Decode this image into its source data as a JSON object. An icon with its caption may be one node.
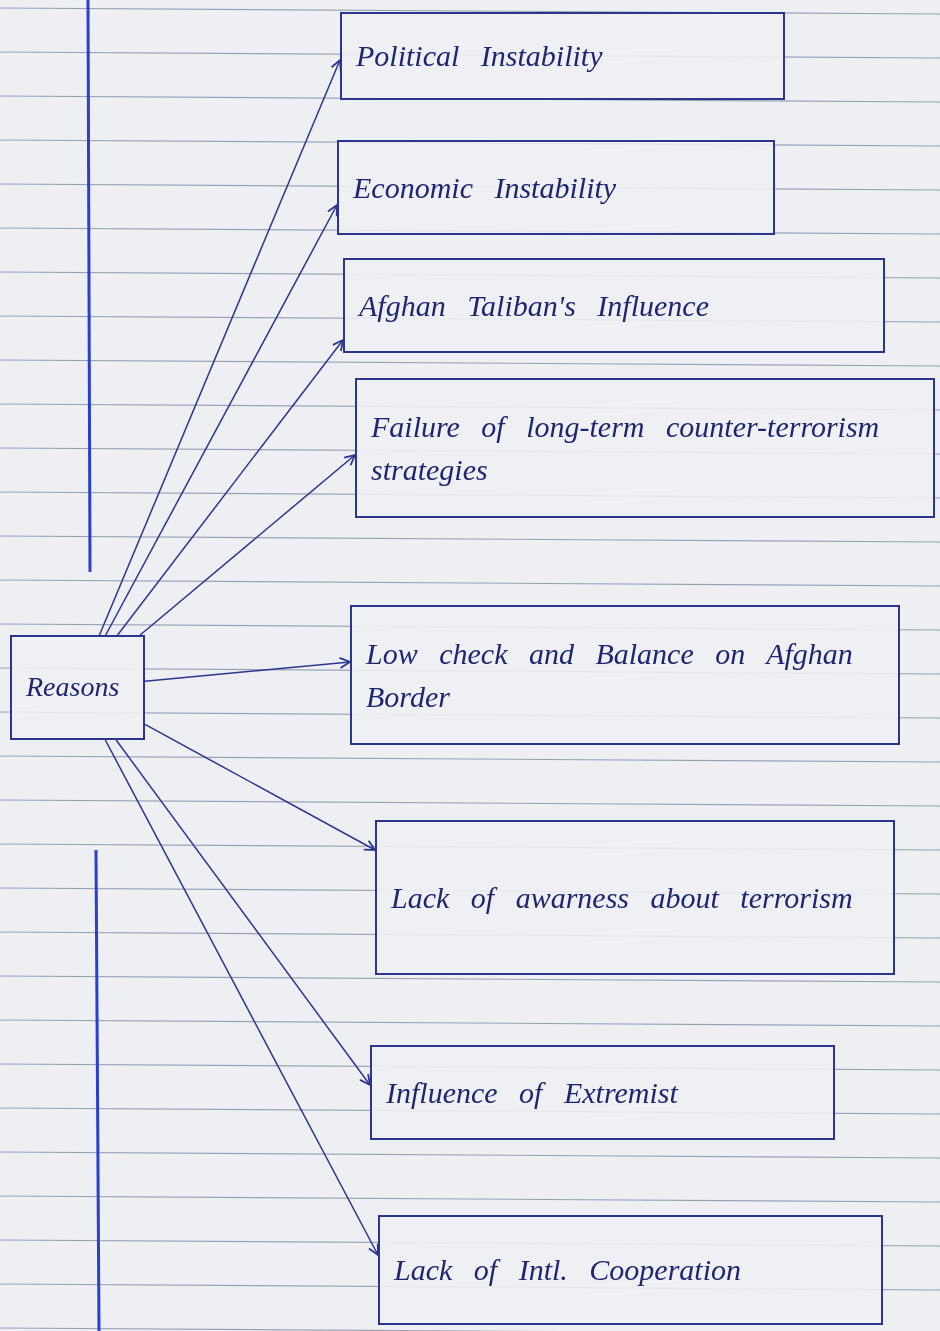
{
  "diagram": {
    "nodes": [
      {
        "text": [
          "Reasons"
        ]
      },
      {
        "text": [
          "Political Instability"
        ]
      },
      {
        "text": [
          "Economic Instability"
        ]
      },
      {
        "text": [
          "Afghan Taliban's Influence"
        ]
      },
      {
        "text": [
          "Failure of long-term counter-terrorism strategies"
        ]
      },
      {
        "text": [
          "Low check and Balance on Afghan Border"
        ]
      },
      {
        "text": [
          "Lack of awarness about terrorism"
        ]
      },
      {
        "text": [
          "Influence of Extremist"
        ]
      },
      {
        "text": [
          "Lack of Intl. Cooperation"
        ]
      }
    ],
    "edges": [
      {
        "from": 0,
        "to": 1,
        "arrow": "to"
      },
      {
        "from": 0,
        "to": 2,
        "arrow": "to"
      },
      {
        "from": 0,
        "to": 3,
        "arrow": "to"
      },
      {
        "from": 0,
        "to": 4,
        "arrow": "to"
      },
      {
        "from": 0,
        "to": 5,
        "arrow": "to"
      },
      {
        "from": 0,
        "to": 6,
        "arrow": "to"
      },
      {
        "from": 0,
        "to": 7,
        "arrow": "to"
      },
      {
        "from": 0,
        "to": 8,
        "arrow": "to"
      }
    ]
  }
}
